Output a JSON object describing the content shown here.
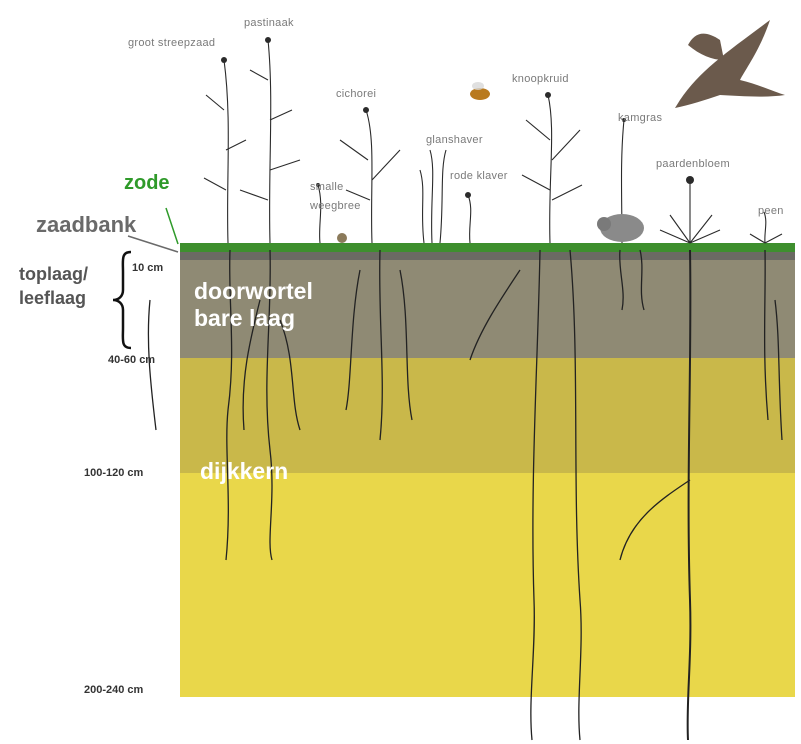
{
  "layers": {
    "sod": "zode",
    "seedbank": "zaadbank",
    "topsoil": [
      "toplaag/",
      "leeflaag"
    ],
    "root_layer": [
      "doorwortel",
      "bare laag"
    ],
    "core": "dijkkern"
  },
  "depths": {
    "d10": "10 cm",
    "d40": "40-60 cm",
    "d100": "100-120 cm",
    "d200": "200-240 cm"
  },
  "plants": {
    "groot_streepzaad": "groot streepzaad",
    "pastinaak": "pastinaak",
    "cichorei": "cichorei",
    "smalle_weegbree": [
      "smalle",
      "weegbree"
    ],
    "glanshaver": "glanshaver",
    "rode_klaver": "rode klaver",
    "knoopkruid": "knoopkruid",
    "kamgras": "kamgras",
    "paardenbloem": "paardenbloem",
    "peen": "peen"
  },
  "colors": {
    "sod": "#3e8f2e",
    "topsoil": "#8f8a74",
    "root_layer": "#c9b84a",
    "core": "#e9d74a",
    "zode_text": "#2f9a2a"
  },
  "icons": [
    "bird-icon",
    "bee-icon",
    "mouse-icon",
    "snail-icon",
    "brace-icon"
  ]
}
